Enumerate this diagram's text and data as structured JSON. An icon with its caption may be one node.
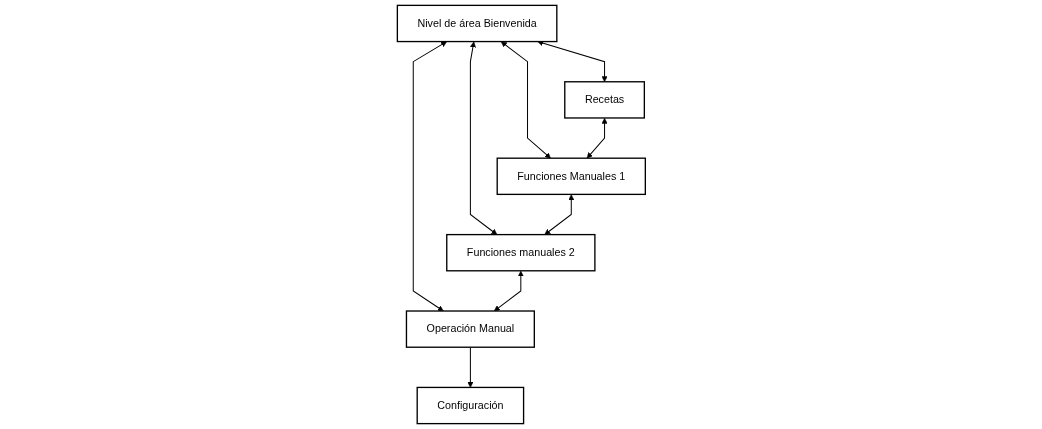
{
  "diagram": {
    "nodes": [
      {
        "text": [
          "Nivel de área Bienvenida"
        ]
      },
      {
        "text": [
          "Recetas"
        ]
      },
      {
        "text": [
          "Funciones Manuales 1"
        ]
      },
      {
        "text": [
          "Funciones manuales 2"
        ]
      },
      {
        "text": [
          "Operación Manual"
        ]
      },
      {
        "text": [
          "Configuración"
        ]
      }
    ],
    "edges": [
      {
        "from": 0,
        "to": 1,
        "arrow": "both"
      },
      {
        "from": 0,
        "to": 2,
        "arrow": "both"
      },
      {
        "from": 0,
        "to": 3,
        "arrow": "both"
      },
      {
        "from": 0,
        "to": 4,
        "arrow": "both"
      },
      {
        "from": 1,
        "to": 2,
        "arrow": "both"
      },
      {
        "from": 2,
        "to": 3,
        "arrow": "both"
      },
      {
        "from": 3,
        "to": 4,
        "arrow": "both"
      },
      {
        "from": 4,
        "to": 5,
        "arrow": "to"
      }
    ]
  }
}
